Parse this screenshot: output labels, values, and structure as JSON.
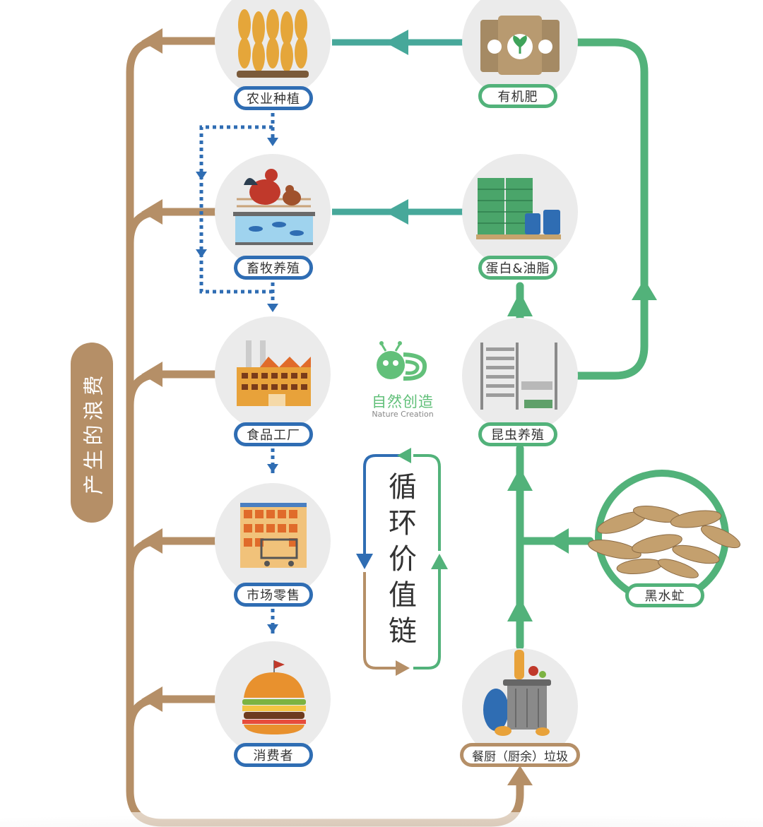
{
  "nodes": {
    "agriculture": {
      "label": "农业种植",
      "icon": "wheat-icon"
    },
    "livestock": {
      "label": "畜牧养殖",
      "icon": "poultry-fish-icon"
    },
    "food_factory": {
      "label": "食品工厂",
      "icon": "factory-icon"
    },
    "retail": {
      "label": "市场零售",
      "icon": "supermarket-icon"
    },
    "consumer": {
      "label": "消费者",
      "icon": "burger-icon"
    },
    "organic_fertilizer": {
      "label": "有机肥",
      "icon": "fertilizer-bags-icon"
    },
    "protein_oil": {
      "label": "蛋白&油脂",
      "icon": "pallets-canisters-icon"
    },
    "insect_farming": {
      "label": "昆虫养殖",
      "icon": "insect-racks-icon"
    },
    "black_soldier_fly": {
      "label": "黑水虻",
      "icon": "larvae-icon"
    },
    "kitchen_waste": {
      "label": "餐厨（厨余）垃圾",
      "icon": "trash-bin-icon"
    }
  },
  "waste_label": "产生的浪费",
  "cycle_label": [
    "循",
    "环",
    "价",
    "值",
    "链"
  ],
  "logo": {
    "name": "自然创造",
    "subtitle": "Nature Creation"
  },
  "colors": {
    "tan": "#b58f67",
    "green": "#52b27a",
    "teal": "#47a89a",
    "blue": "#2f6db3",
    "circle": "#ebebeb"
  }
}
